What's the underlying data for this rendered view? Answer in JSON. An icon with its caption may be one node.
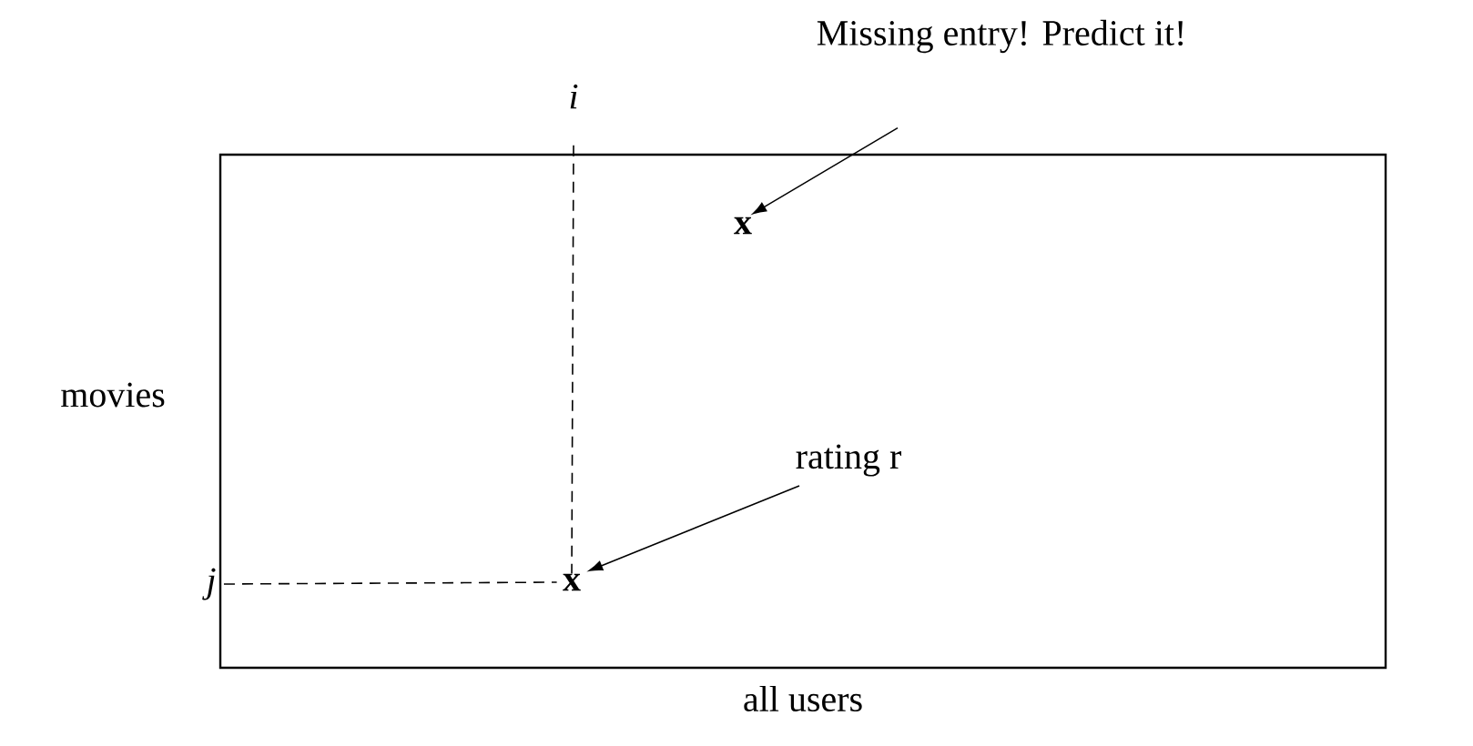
{
  "diagram": {
    "nodes": [
      {
        "text": [],
        "shape": "box"
      },
      {
        "text": [
          "x"
        ],
        "in": 0
      },
      {
        "text": [
          "x"
        ],
        "in": 0
      },
      {
        "text": [
          "Missing entry! Predict it!"
        ]
      },
      {
        "text": [
          "rating r"
        ],
        "in": 0
      },
      {
        "text": [
          "i"
        ]
      },
      {
        "text": [
          "j"
        ]
      }
    ],
    "edges": [
      {
        "from": 3,
        "to": 1,
        "arrow": "to"
      },
      {
        "from": 4,
        "to": 2,
        "arrow": "to"
      },
      {
        "from": 5,
        "to": 2,
        "arrow": "none",
        "style": "dashed"
      },
      {
        "from": 6,
        "to": 2,
        "arrow": "none",
        "style": "dashed"
      }
    ],
    "labels": [
      "movies",
      "all users"
    ]
  }
}
